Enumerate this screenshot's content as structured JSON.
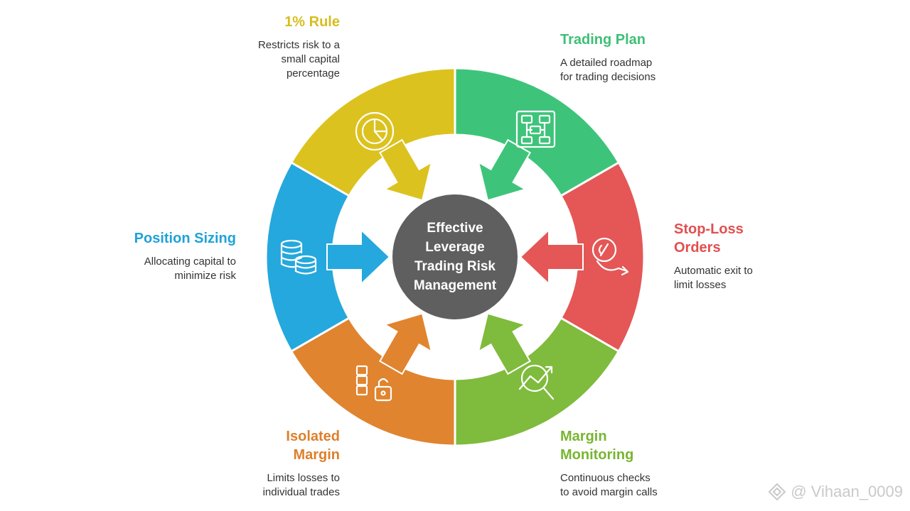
{
  "center": {
    "title": "Effective\nLeverage\nTrading Risk\nManagement",
    "color": "#5f5f5f"
  },
  "segments": [
    {
      "id": "one-percent-rule",
      "title": "1% Rule",
      "desc": "Restricts risk to a\nsmall capital\npercentage",
      "color": "#dcc21e",
      "icon": "pie-chart-icon"
    },
    {
      "id": "trading-plan",
      "title": "Trading Plan",
      "desc": "A detailed roadmap\nfor trading decisions",
      "color": "#3ec47a",
      "icon": "flowchart-icon"
    },
    {
      "id": "stop-loss-orders",
      "title": "Stop-Loss\nOrders",
      "desc": "Automatic exit to\nlimit losses",
      "color": "#e45756",
      "icon": "declining-coin-icon"
    },
    {
      "id": "margin-monitoring",
      "title": "Margin\nMonitoring",
      "desc": "Continuous checks\nto avoid margin calls",
      "color": "#7fbb3c",
      "icon": "magnifier-chart-icon"
    },
    {
      "id": "isolated-margin",
      "title": "Isolated\nMargin",
      "desc": "Limits losses to\nindividual trades",
      "color": "#e0842f",
      "icon": "blocks-lock-icon"
    },
    {
      "id": "position-sizing",
      "title": "Position Sizing",
      "desc": "Allocating capital to\nminimize risk",
      "color": "#25a8dd",
      "icon": "coin-stacks-icon"
    }
  ],
  "watermark": "@ Vihaan_0009"
}
